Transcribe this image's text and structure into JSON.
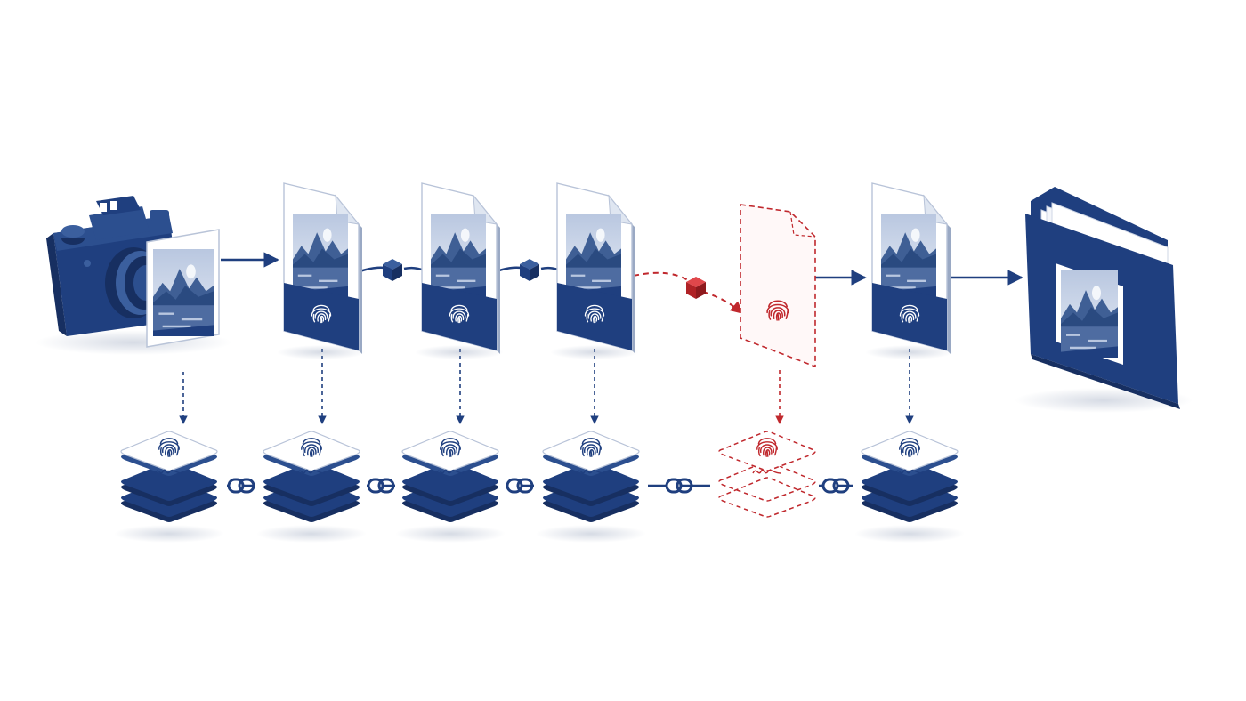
{
  "colors": {
    "navy": "#1f3f7f",
    "navy_dark": "#172f61",
    "navy_light": "#3b5f9e",
    "photo_sky": "#c9d5e8",
    "tamper_red": "#c0282d",
    "paper": "#eef2f8",
    "white": "#ffffff"
  },
  "diagram": {
    "source": {
      "type": "camera",
      "icon": "camera-icon"
    },
    "destination": {
      "type": "folder",
      "icon": "folder-icon"
    },
    "pipeline_nodes": [
      {
        "kind": "document",
        "state": "valid"
      },
      {
        "kind": "document",
        "state": "valid"
      },
      {
        "kind": "document",
        "state": "valid"
      },
      {
        "kind": "document",
        "state": "tampered"
      },
      {
        "kind": "document",
        "state": "valid"
      }
    ],
    "ledger_blocks": [
      {
        "state": "valid"
      },
      {
        "state": "valid"
      },
      {
        "state": "valid"
      },
      {
        "state": "valid"
      },
      {
        "state": "tampered"
      },
      {
        "state": "valid"
      }
    ],
    "transform_markers": [
      {
        "state": "valid"
      },
      {
        "state": "valid"
      },
      {
        "state": "tampered"
      }
    ]
  }
}
